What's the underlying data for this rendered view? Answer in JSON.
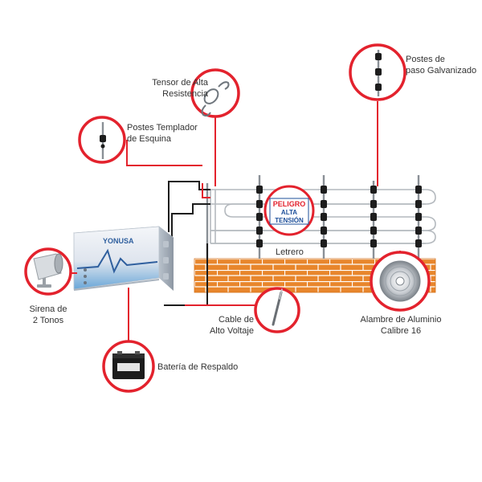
{
  "colors": {
    "accent": "#e3222d",
    "brick": "#e8862c",
    "brick_line": "#ffffff",
    "wire": "#9aa0a6",
    "post": "#8a9096",
    "panel_blue": "#2f5f9e",
    "battery": "#1c1c1c"
  },
  "labels": {
    "tensor": [
      "Tensor de Alta",
      "Resistencia"
    ],
    "postes_templador": [
      "Postes Templador",
      "de Esquina"
    ],
    "postes_paso": [
      "Postes de",
      "paso Galvanizado"
    ],
    "sirena": [
      "Sirena de",
      "2 Tonos"
    ],
    "bateria": "Batería de Respaldo",
    "cable": [
      "Cable de",
      "Alto Voltaje"
    ],
    "letrero": "Letrero",
    "alambre": [
      "Alambre de Aluminio",
      "Calibre 16"
    ]
  },
  "sign": {
    "line1": "PELIGRO",
    "line2": "ALTA",
    "line3": "TENSIÓN"
  },
  "energizer": {
    "brand": "YONUSA"
  },
  "icons": [
    "tensor-icon",
    "corner-post-icon",
    "line-post-icon",
    "siren-icon",
    "battery-icon",
    "cable-icon",
    "wire-coil-icon",
    "energizer-icon",
    "danger-sign-icon"
  ]
}
